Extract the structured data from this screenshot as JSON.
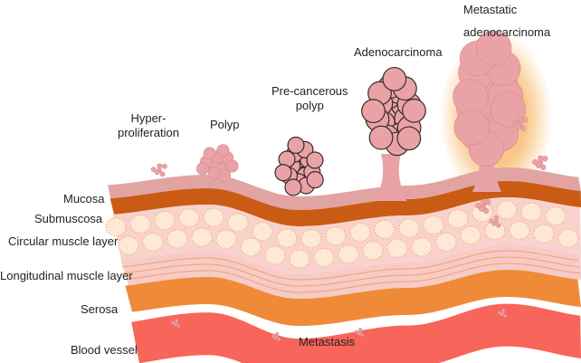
{
  "stages": {
    "hyperproliferation": [
      "Hyper-",
      "proliferation"
    ],
    "polyp": "Polyp",
    "precancerous": [
      "Pre-cancerous",
      "polyp"
    ],
    "adenocarcinoma": "Adenocarcinoma",
    "metastatic": [
      "Metastatic",
      "adenocarcinoma"
    ]
  },
  "layers": {
    "mucosa": "Mucosa",
    "submucosa": "Submuscosa",
    "circular": "Circular muscle layer",
    "longitudinal": "Longitudinal muscle layer",
    "serosa": "Serosa",
    "blood_vessel": "Blood vessel"
  },
  "metastasis_label": "Metastasis",
  "colors": {
    "mucosa": "#e2a3a3",
    "submucosa": "#c95b14",
    "circular": "#f9d2cd",
    "cells": "#fde9d6",
    "longitudinal": "#f7cbc6",
    "serosa": "#ef8b38",
    "blood": "#f8655a",
    "tumor": "#e9a3a6",
    "glow": "#f8c27a"
  }
}
